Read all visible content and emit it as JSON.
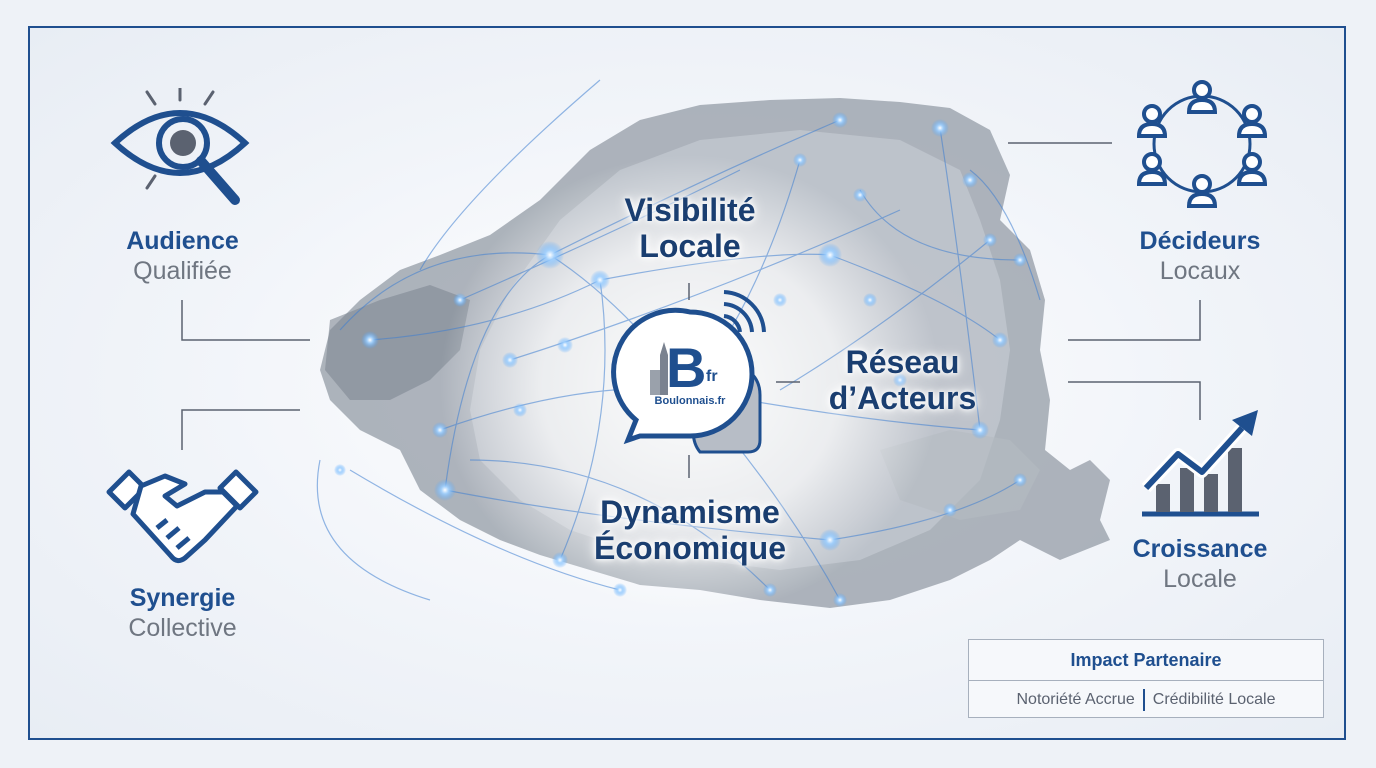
{
  "features": {
    "audience": {
      "line1": "Audience",
      "line2": "Qualifiée",
      "icon": "eye-magnifier-icon"
    },
    "decideurs": {
      "line1": "Décideurs",
      "line2": "Locaux",
      "icon": "people-network-icon"
    },
    "synergie": {
      "line1": "Synergie",
      "line2": "Collective",
      "icon": "handshake-icon"
    },
    "croissance": {
      "line1": "Croissance",
      "line2": "Locale",
      "icon": "growth-chart-icon"
    }
  },
  "center": {
    "top_line1": "Visibilité",
    "top_line2": "Locale",
    "right_line1": "Réseau",
    "right_line2": "d’Acteurs",
    "bottom_line1": "Dynamisme",
    "bottom_line2": "Économique"
  },
  "logo": {
    "letter": "B",
    "suffix": "fr",
    "name": "Boulonnais.fr",
    "icon": "chat-bubble-logo-icon"
  },
  "impact": {
    "title": "Impact Partenaire",
    "item1": "Notoriété Accrue",
    "item2": "Crédibilité Locale"
  },
  "colors": {
    "primary": "#1f4f8f",
    "glow": "#4aa3ff",
    "map": "#8f96a1"
  }
}
